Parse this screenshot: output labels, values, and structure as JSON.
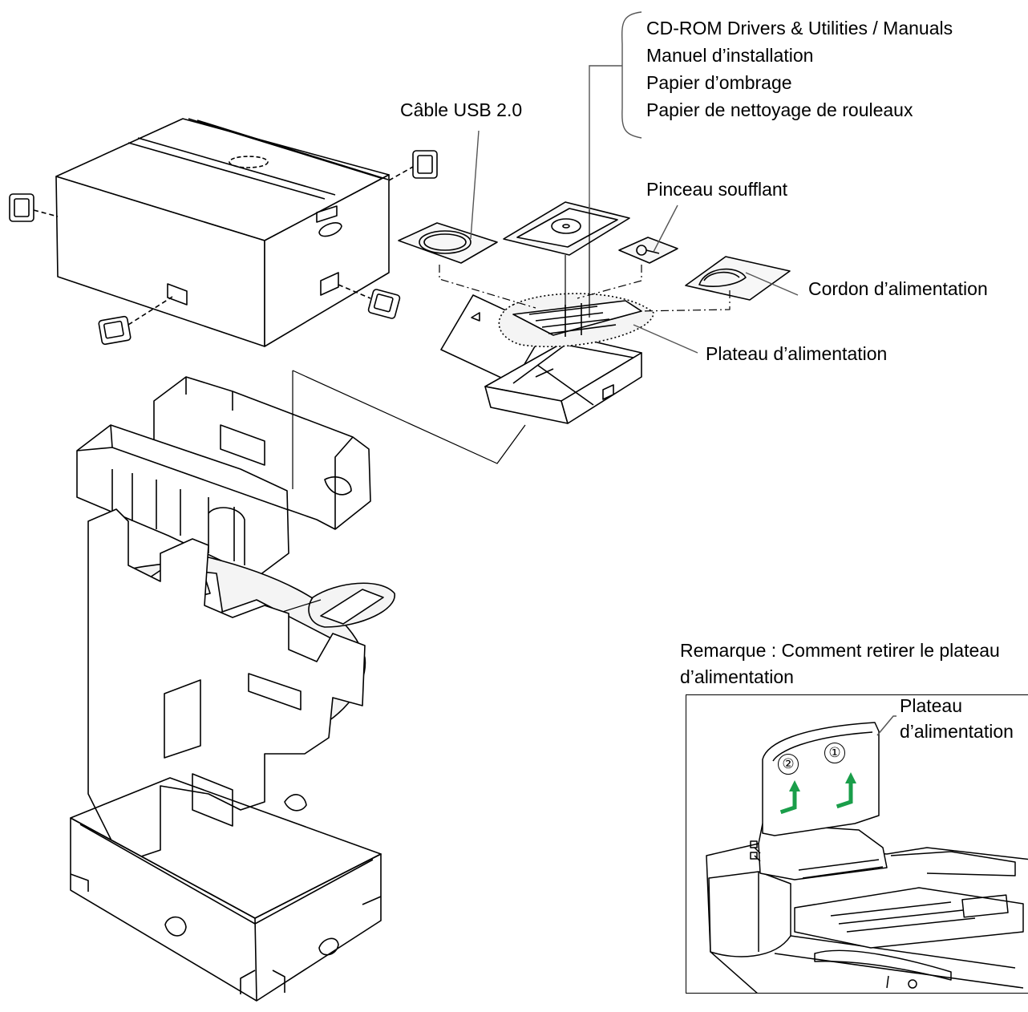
{
  "labels": {
    "docs": [
      "CD-ROM Drivers & Utilities / Manuals",
      "Manuel d’installation",
      "Papier d’ombrage",
      "Papier de nettoyage de rouleaux"
    ],
    "usb_cable": "Câble USB 2.0",
    "brush": "Pinceau soufflant",
    "power_cord": "Cordon d’alimentation",
    "feed_tray": "Plateau d’alimentation"
  },
  "note": {
    "line1": "Remarque : Comment retirer le plateau",
    "line2": "d’alimentation"
  },
  "inset": {
    "label_line1": "Plateau",
    "label_line2": "d’alimentation",
    "step1": "①",
    "step2": "②",
    "arrow_color": "#1a9e4a"
  },
  "colors": {
    "line": "#000000",
    "leader": "#555555",
    "bag": "#f2f2f2",
    "arrow": "#1a9e4a"
  }
}
